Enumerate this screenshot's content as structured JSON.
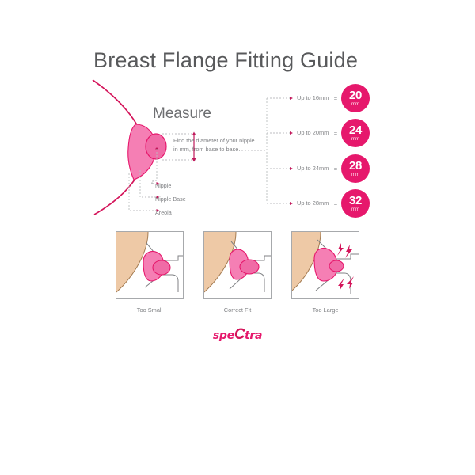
{
  "title": "Breast Flange Fitting Guide",
  "measure": {
    "heading": "Measure",
    "instruction": "Find the diameter of your nipple in mm, from base to base.",
    "labels": {
      "nipple": "Nipple",
      "nipple_base": "Nipple Base",
      "areola": "Areola"
    }
  },
  "sizes": {
    "equals_symbol": "=",
    "rows": [
      {
        "range": "Up to 16mm",
        "size": "20",
        "unit": "mm"
      },
      {
        "range": "Up to 20mm",
        "size": "24",
        "unit": "mm"
      },
      {
        "range": "Up to 24mm",
        "size": "28",
        "unit": "mm"
      },
      {
        "range": "Up to 28mm",
        "size": "32",
        "unit": "mm"
      }
    ]
  },
  "panels": [
    {
      "caption": "Too Small"
    },
    {
      "caption": "Correct Fit"
    },
    {
      "caption": "Too Large"
    }
  ],
  "logo": {
    "part1": "spe",
    "part2": "C",
    "part3": "tra"
  },
  "colors": {
    "magenta": "#e6186c",
    "crimson": "#d4145a",
    "pink": "#f782b8",
    "pink_dark": "#f05a9b",
    "skin": "#eec9a6",
    "gray_text": "#808285",
    "gray_line": "#a7a9ac",
    "title_gray": "#58595b"
  }
}
